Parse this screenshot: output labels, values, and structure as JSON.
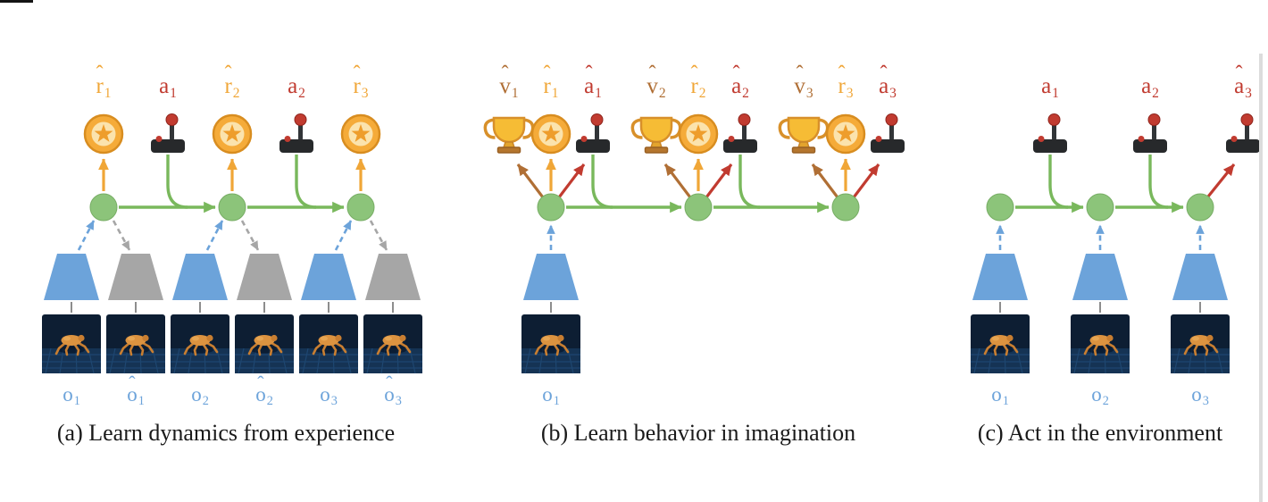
{
  "figure": {
    "panels": [
      {
        "caption": "(a) Learn dynamics from experience",
        "top_labels": [
          {
            "hat": "ˆ",
            "base": "r",
            "sub": "1",
            "type": "reward"
          },
          {
            "hat": "",
            "base": "a",
            "sub": "1",
            "type": "action"
          },
          {
            "hat": "ˆ",
            "base": "r",
            "sub": "2",
            "type": "reward"
          },
          {
            "hat": "",
            "base": "a",
            "sub": "2",
            "type": "action"
          },
          {
            "hat": "ˆ",
            "base": "r",
            "sub": "3",
            "type": "reward"
          }
        ],
        "obs_labels": [
          {
            "hat": "",
            "base": "o",
            "sub": "1"
          },
          {
            "hat": "ˆ",
            "base": "o",
            "sub": "1"
          },
          {
            "hat": "",
            "base": "o",
            "sub": "2"
          },
          {
            "hat": "ˆ",
            "base": "o",
            "sub": "2"
          },
          {
            "hat": "",
            "base": "o",
            "sub": "3"
          },
          {
            "hat": "ˆ",
            "base": "o",
            "sub": "3"
          }
        ]
      },
      {
        "caption": "(b) Learn behavior in imagination",
        "top_labels": [
          {
            "hat": "ˆ",
            "base": "v",
            "sub": "1",
            "type": "value"
          },
          {
            "hat": "ˆ",
            "base": "r",
            "sub": "1",
            "type": "reward"
          },
          {
            "hat": "ˆ",
            "base": "a",
            "sub": "1",
            "type": "action"
          },
          {
            "hat": "ˆ",
            "base": "v",
            "sub": "2",
            "type": "value"
          },
          {
            "hat": "ˆ",
            "base": "r",
            "sub": "2",
            "type": "reward"
          },
          {
            "hat": "ˆ",
            "base": "a",
            "sub": "2",
            "type": "action"
          },
          {
            "hat": "ˆ",
            "base": "v",
            "sub": "3",
            "type": "value"
          },
          {
            "hat": "ˆ",
            "base": "r",
            "sub": "3",
            "type": "reward"
          },
          {
            "hat": "ˆ",
            "base": "a",
            "sub": "3",
            "type": "action"
          }
        ],
        "obs_labels": [
          {
            "hat": "",
            "base": "o",
            "sub": "1"
          }
        ]
      },
      {
        "caption": "(c) Act in the environment",
        "top_labels": [
          {
            "hat": "",
            "base": "a",
            "sub": "1",
            "type": "action"
          },
          {
            "hat": "",
            "base": "a",
            "sub": "2",
            "type": "action"
          },
          {
            "hat": "ˆ",
            "base": "a",
            "sub": "3",
            "type": "action"
          }
        ],
        "obs_labels": [
          {
            "hat": "",
            "base": "o",
            "sub": "1"
          },
          {
            "hat": "",
            "base": "o",
            "sub": "2"
          },
          {
            "hat": "",
            "base": "o",
            "sub": "3"
          }
        ]
      }
    ],
    "colors": {
      "reward": "#f0a637",
      "action": "#c13b30",
      "value": "#b06f35",
      "state": "#8cc47a",
      "state_edge": "#77ad64",
      "transition": "#79b85c",
      "observation": "#6ca3da",
      "reconstruction": "#a6a6a6",
      "caption_text": "#1a1a1a"
    },
    "icons": {
      "reward": "coin-star-icon",
      "action": "joystick-icon",
      "value": "trophy-icon",
      "state": "state-node",
      "encoder": "encoder-trapezoid",
      "decoder": "decoder-trapezoid",
      "observation": "ant-robot-thumbnail"
    }
  }
}
